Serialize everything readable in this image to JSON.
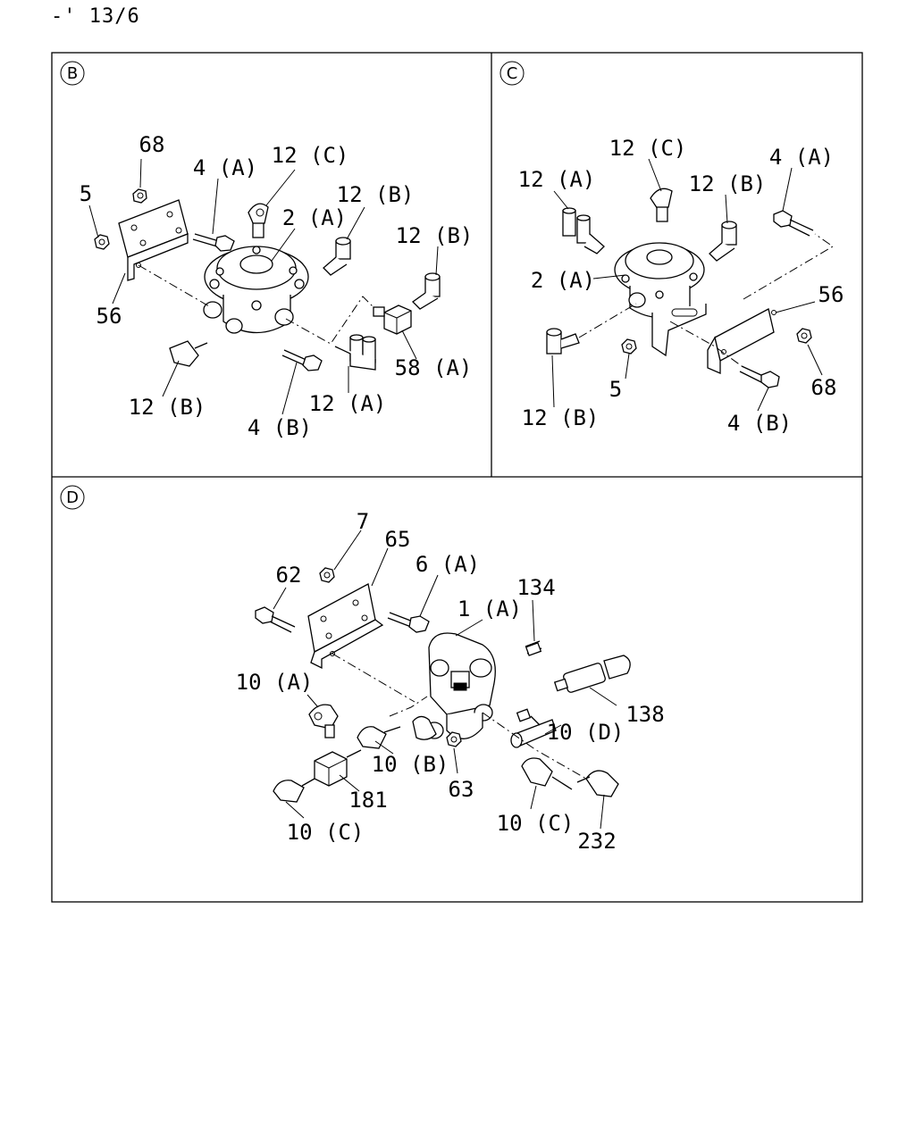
{
  "header": {
    "code": "-' 13/6"
  },
  "panels": {
    "B": {
      "letter": "B",
      "labels": {
        "l68": "68",
        "l4a": "4 (A)",
        "l12c": "12 (C)",
        "l5": "5",
        "l2a": "2 (A)",
        "l12b_top": "12 (B)",
        "l12b_right": "12 (B)",
        "l56": "56",
        "l58a": "58 (A)",
        "l12b_bottom": "12 (B)",
        "l12a": "12 (A)",
        "l4b": "4 (B)"
      }
    },
    "C": {
      "letter": "C",
      "labels": {
        "l12c": "12 (C)",
        "l12a": "12 (A)",
        "l12b_top": "12 (B)",
        "l4a": "4 (A)",
        "l2a": "2 (A)",
        "l56": "56",
        "l5": "5",
        "l68": "68",
        "l12b_bottom": "12 (B)",
        "l4b": "4 (B)"
      }
    },
    "D": {
      "letter": "D",
      "labels": {
        "l7": "7",
        "l65": "65",
        "l62": "62",
        "l6a": "6 (A)",
        "l134": "134",
        "l1a": "1 (A)",
        "l10a": "10 (A)",
        "l138": "138",
        "l10d": "10 (D)",
        "l10b": "10 (B)",
        "l63": "63",
        "l181": "181",
        "l10c_left": "10 (C)",
        "l10c_right": "10 (C)",
        "l232": "232"
      }
    }
  }
}
